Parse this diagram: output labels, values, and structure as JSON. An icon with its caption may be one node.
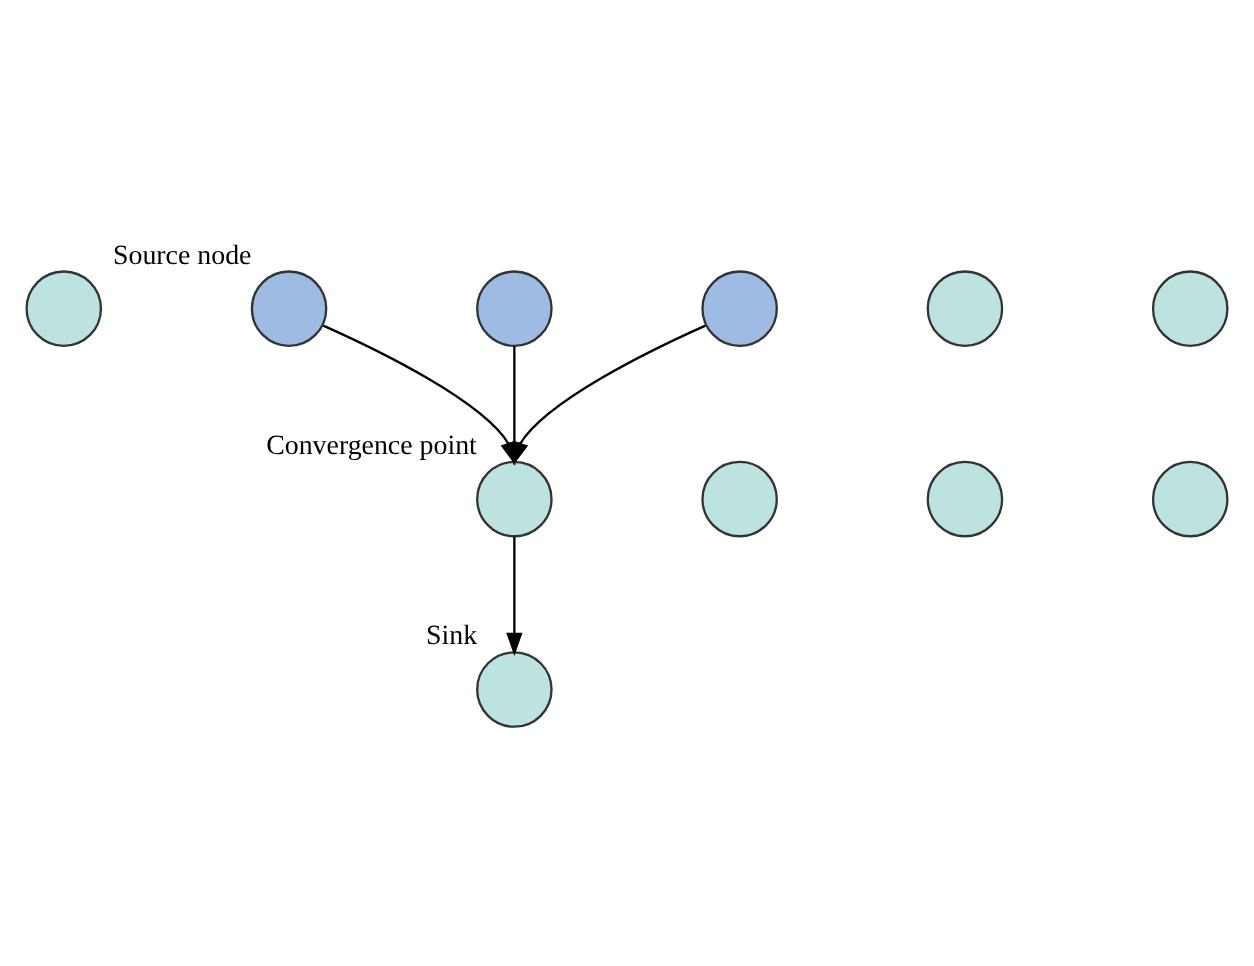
{
  "diagram": {
    "nodes": [
      {
        "text": [],
        "shape": "circle"
      },
      {
        "text": [],
        "shape": "circle",
        "beside": [
          "Source node"
        ]
      },
      {
        "text": [],
        "shape": "circle"
      },
      {
        "text": [],
        "shape": "circle"
      },
      {
        "text": [],
        "shape": "circle"
      },
      {
        "text": [],
        "shape": "circle"
      },
      {
        "text": [],
        "shape": "circle",
        "beside": [
          "Convergence point"
        ]
      },
      {
        "text": [],
        "shape": "circle"
      },
      {
        "text": [],
        "shape": "circle"
      },
      {
        "text": [],
        "shape": "circle"
      },
      {
        "text": [],
        "shape": "circle",
        "beside": [
          "Sink"
        ]
      }
    ],
    "edges": [
      {
        "from": 1,
        "to": 6,
        "arrow": "to"
      },
      {
        "from": 4,
        "to": 6,
        "arrow": "to"
      },
      {
        "from": 5,
        "to": 6,
        "arrow": "to"
      },
      {
        "from": 6,
        "to": 10,
        "arrow": "to"
      }
    ]
  }
}
